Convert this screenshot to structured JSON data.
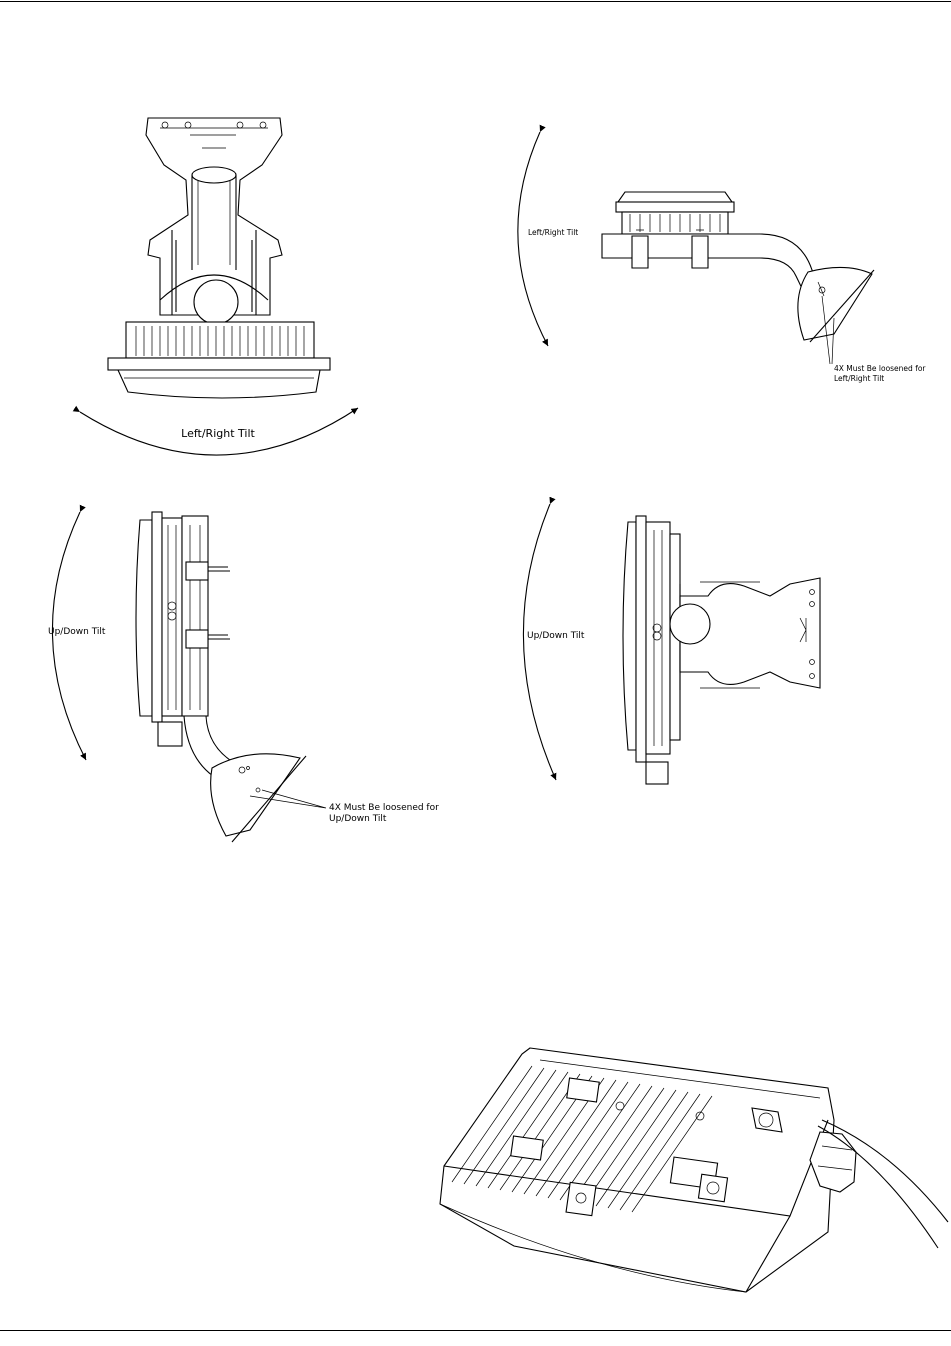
{
  "diagram_views": {
    "front_view": {
      "tilt_label": "Left/Right Tilt"
    },
    "top_view": {
      "tilt_label": "Left/Right Tilt",
      "callout_line1": "4X Must Be loosened for",
      "callout_line2": "Left/Right Tilt"
    },
    "side_view": {
      "tilt_label": "Up/Down Tilt",
      "callout_line1": "4X Must Be loosened for",
      "callout_line2": "Up/Down Tilt"
    },
    "rear_view": {
      "tilt_label": "Up/Down Tilt"
    }
  },
  "colors": {
    "line": "#000000",
    "background": "#ffffff"
  }
}
